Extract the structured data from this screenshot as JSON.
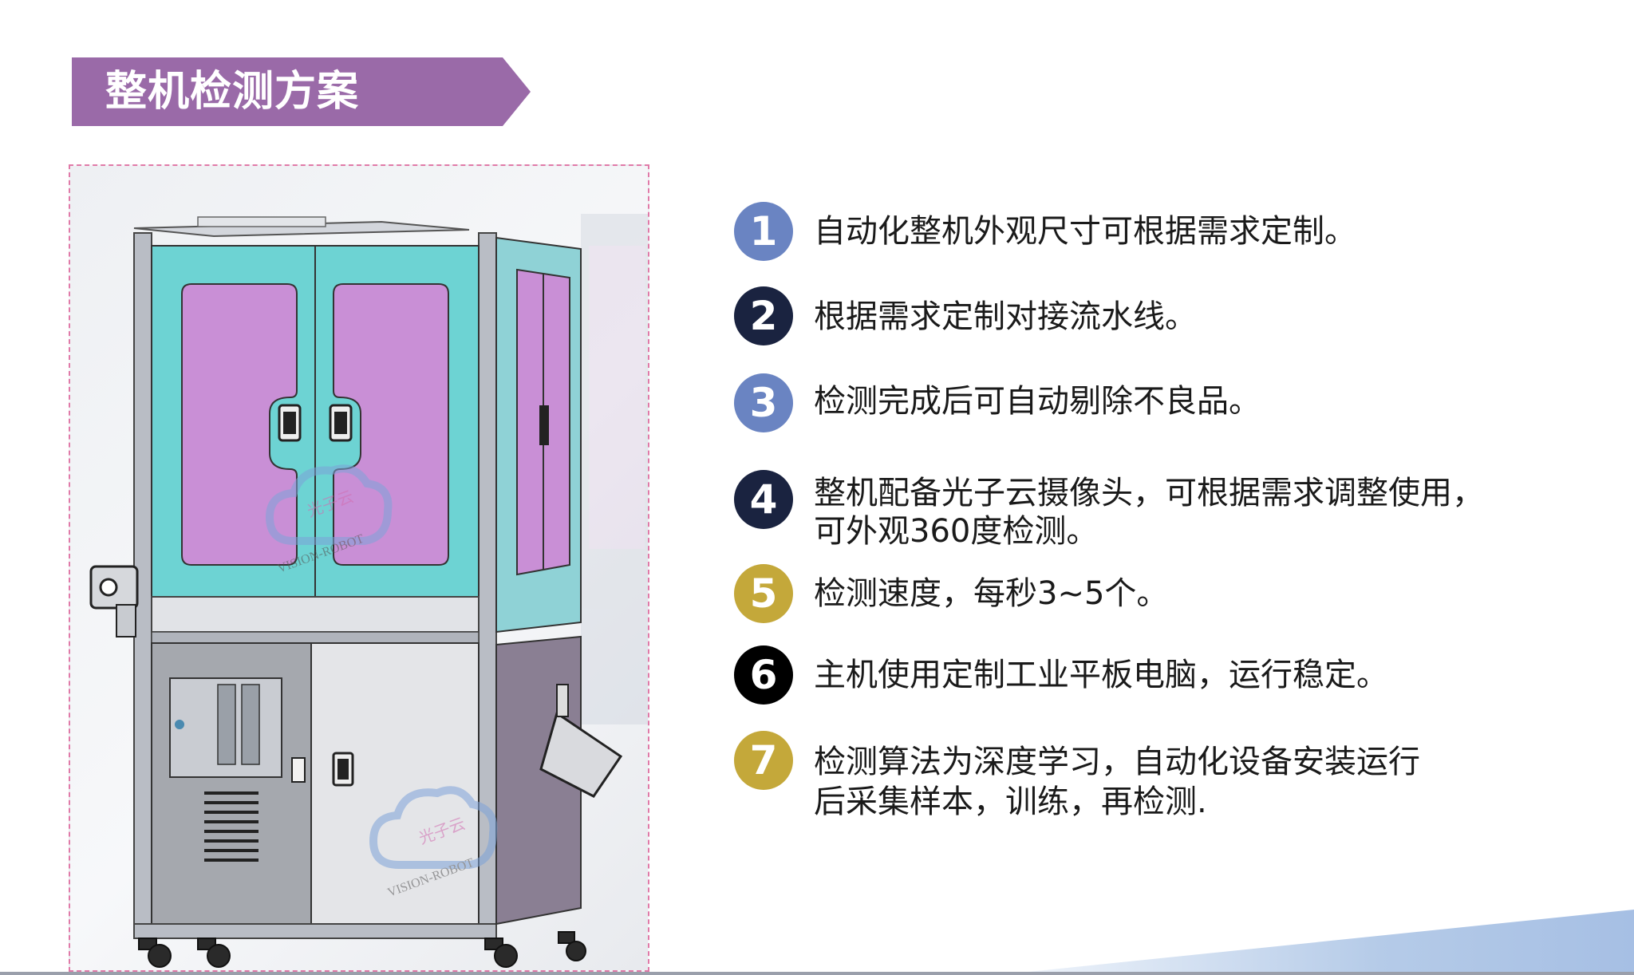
{
  "banner": {
    "title": "整机检测方案"
  },
  "watermark": {
    "cn": "光子云",
    "en": "VISION-ROBOT"
  },
  "features": [
    {
      "num": "1",
      "lines": [
        "自动化整机外观尺寸可根据需求定制。"
      ],
      "color": "#6a84c2"
    },
    {
      "num": "2",
      "lines": [
        "根据需求定制对接流水线。"
      ],
      "color": "#1a2340"
    },
    {
      "num": "3",
      "lines": [
        "检测完成后可自动剔除不良品。"
      ],
      "color": "#6a84c2"
    },
    {
      "num": "4",
      "lines": [
        "整机配备光子云摄像头，可根据需求调整使用，",
        "可外观360度检测。"
      ],
      "color": "#1a2340"
    },
    {
      "num": "5",
      "lines": [
        "检测速度，每秒3~5个。"
      ],
      "color": "#c4a83a"
    },
    {
      "num": "6",
      "lines": [
        "主机使用定制工业平板电脑，运行稳定。"
      ],
      "color": "#000000"
    },
    {
      "num": "7",
      "lines": [
        "检测算法为深度学习，自动化设备安装运行",
        "后采集样本，训练，再检测."
      ],
      "color": "#c4a83a"
    }
  ],
  "colors": {
    "banner": "#9a6aa8",
    "cabinet_teal": "#6dd3d3",
    "window_violet": "#c98fd6",
    "frame_dashed": "#e07aa8"
  }
}
